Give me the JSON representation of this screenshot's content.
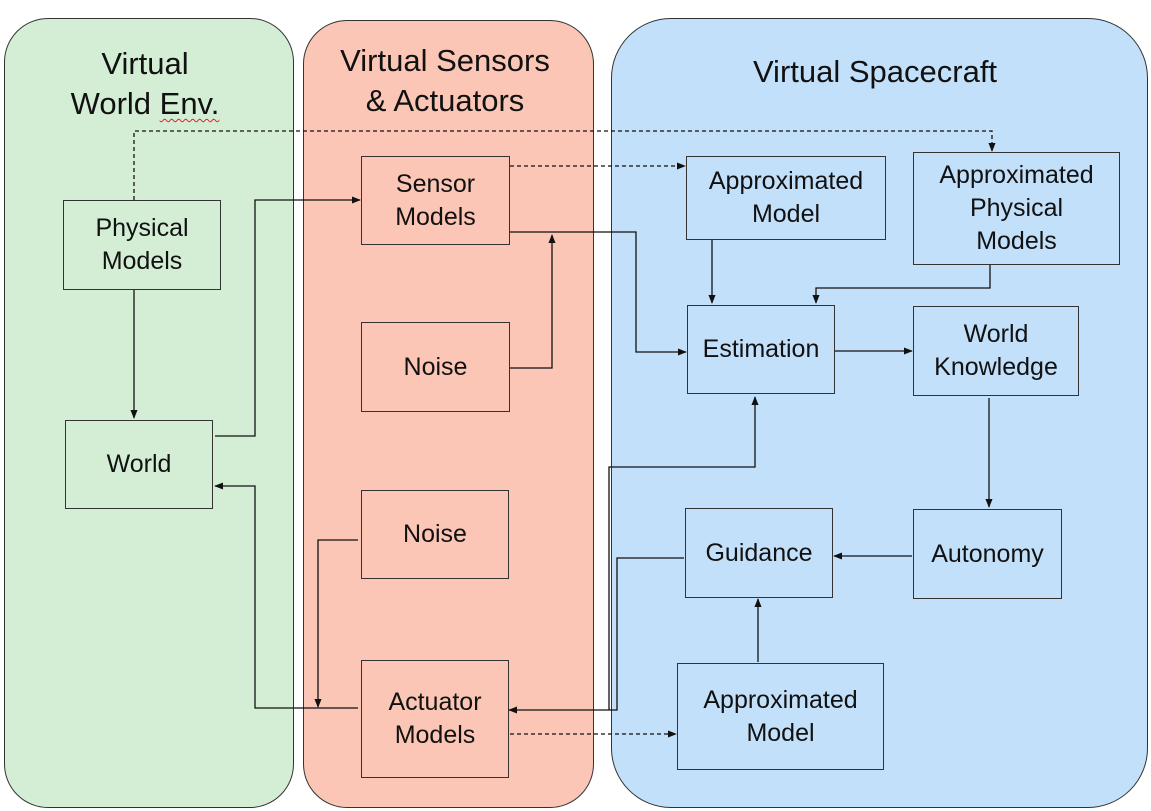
{
  "panels": {
    "world_env": {
      "line1": "Virtual",
      "line2_main": "World ",
      "line2_misspelled": "Env."
    },
    "sensors_actuators": {
      "line1": "Virtual Sensors",
      "line2": "& Actuators"
    },
    "spacecraft": {
      "title": "Virtual Spacecraft"
    }
  },
  "nodes": {
    "physical_models": "Physical\nModels",
    "world": "World",
    "sensor_models": "Sensor\nModels",
    "noise_top": "Noise",
    "noise_bottom": "Noise",
    "actuator_models": "Actuator\nModels",
    "approx_model_top": "Approximated\nModel",
    "approx_physical_models": "Approximated\nPhysical\nModels",
    "estimation": "Estimation",
    "world_knowledge": "World\nKnowledge",
    "guidance": "Guidance",
    "autonomy": "Autonomy",
    "approx_model_bottom": "Approximated\nModel"
  },
  "colors": {
    "world_env_fill": "#d4eed6",
    "sensors_fill": "#fbc6b5",
    "spacecraft_fill": "#c2e0fa",
    "line": "#111111",
    "spell_underline": "#dd2222"
  }
}
